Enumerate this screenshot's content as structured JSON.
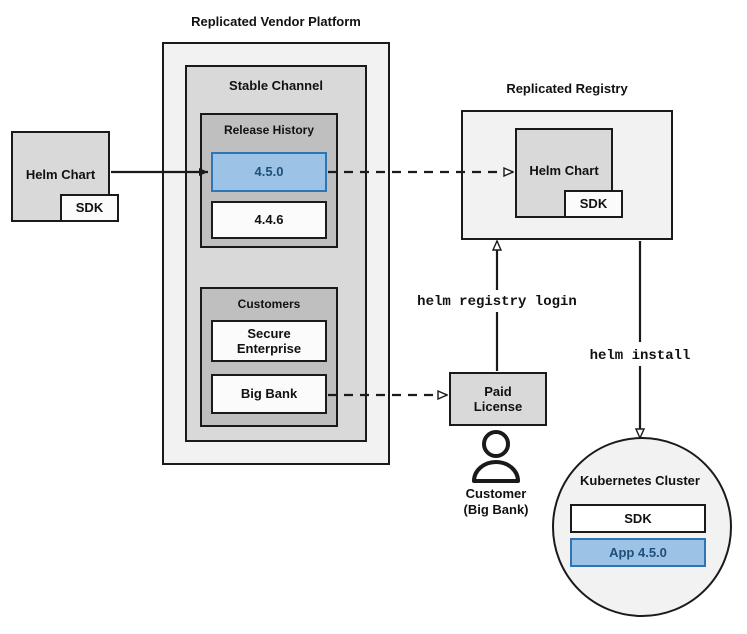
{
  "diagram": {
    "title_vendor_platform": "Replicated Vendor Platform",
    "title_registry": "Replicated Registry",
    "groups": {
      "stable_channel": "Stable Channel",
      "release_history": "Release History",
      "customers": "Customers",
      "kubernetes_cluster": "Kubernetes Cluster"
    },
    "nodes": {
      "source_helm_chart": "Helm Chart",
      "source_sdk": "SDK",
      "release_current": "4.5.0",
      "release_previous": "4.4.6",
      "customer_secure_enterprise": "Secure\nEnterprise",
      "customer_big_bank": "Big Bank",
      "registry_helm_chart": "Helm Chart",
      "registry_sdk": "SDK",
      "paid_license": "Paid\nLicense",
      "cluster_sdk": "SDK",
      "cluster_app": "App 4.5.0"
    },
    "captions": {
      "customer_person": "Customer\n(Big Bank)"
    },
    "commands": {
      "registry_login": "helm registry login",
      "install": "helm install"
    },
    "colors": {
      "accent_blue_fill": "#9cc3e5",
      "accent_blue_border": "#2e75b6",
      "accent_blue_text": "#1f4e79",
      "stroke": "#1a1a1a",
      "fill_light": "#f2f2f2",
      "fill_mid": "#d9d9d9",
      "fill_dark": "#bfbfbf",
      "fill_white": "#fbfbfb"
    }
  }
}
